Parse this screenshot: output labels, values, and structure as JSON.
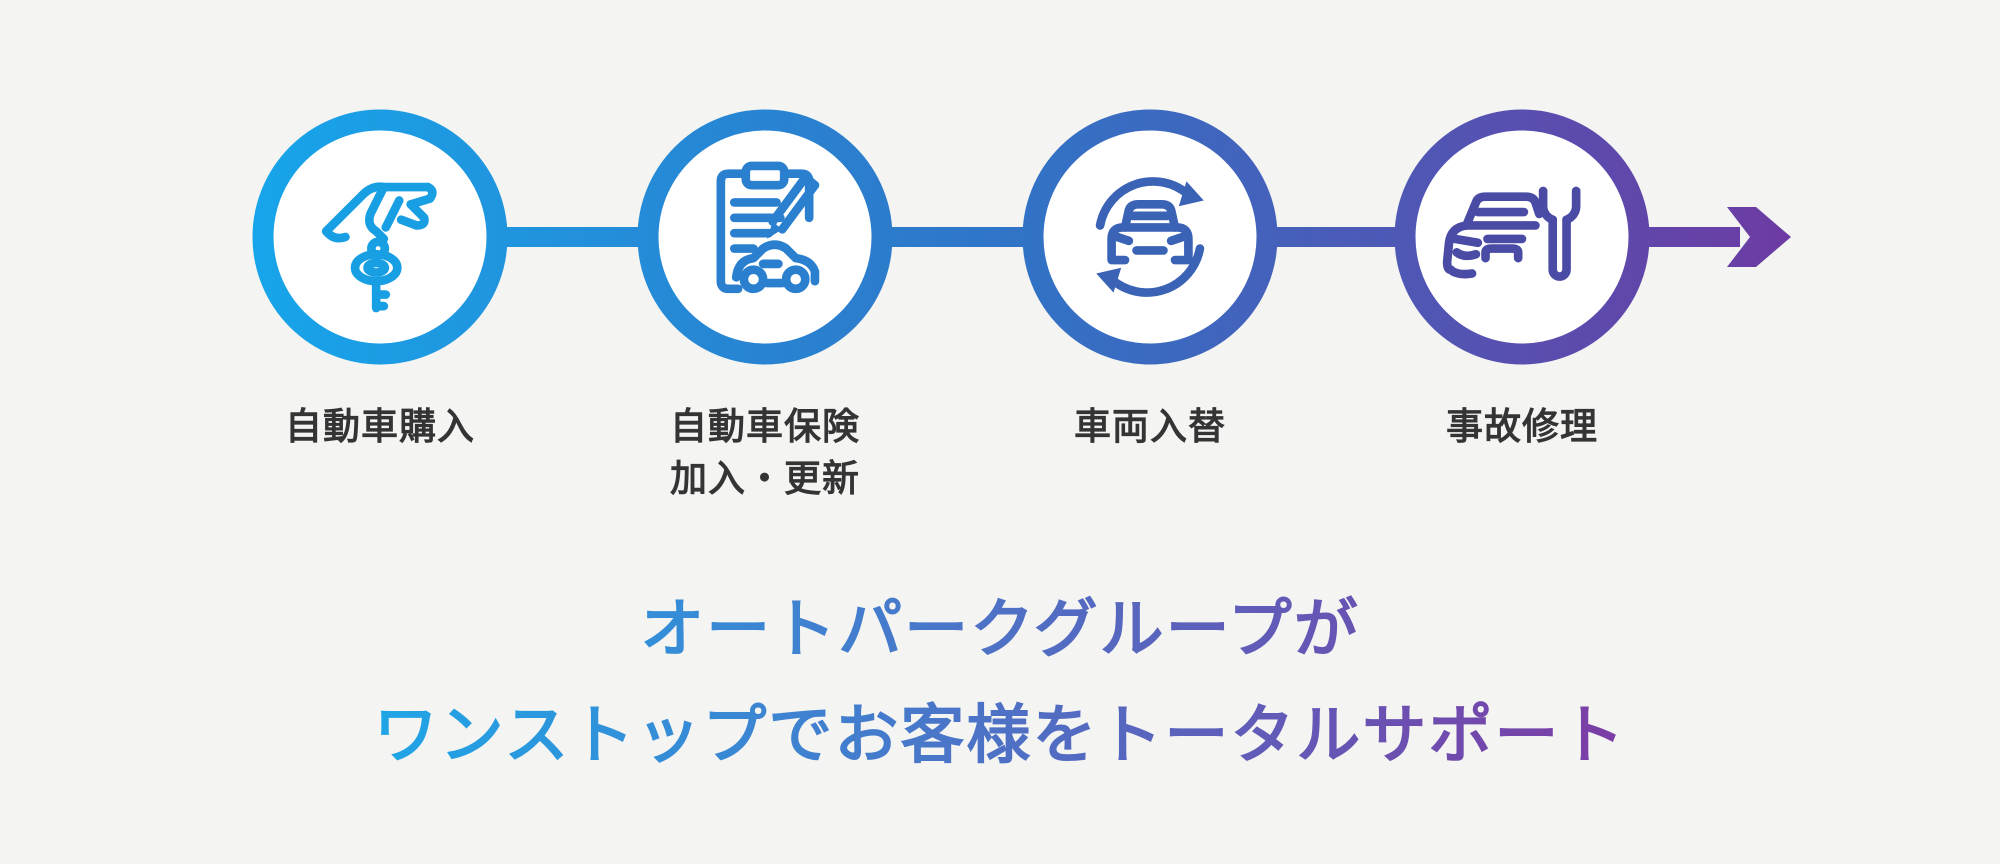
{
  "colors": {
    "page_bg": "#f4f4f2",
    "label_text": "#343434",
    "flow_start": "#17A5EA",
    "flow_mid": "#3173C6",
    "flow_end": "#6D3BA3",
    "heading_start": "#1FA5E6",
    "heading_end": "#7C3DA5",
    "circle_fill": "#ffffff"
  },
  "flow": {
    "steps": [
      {
        "label_lines": [
          "自動車購入"
        ],
        "icon": "hand-holding-car-key-icon",
        "icon_color": "#189FE3"
      },
      {
        "label_lines": [
          "自動車保険",
          "加入・更新"
        ],
        "icon": "insurance-clipboard-pencil-car-icon",
        "icon_color": "#2A80CE"
      },
      {
        "label_lines": [
          "車両入替"
        ],
        "icon": "car-exchange-arrows-icon",
        "icon_color": "#3A63B6"
      },
      {
        "label_lines": [
          "事故修理"
        ],
        "icon": "car-wrench-repair-icon",
        "icon_color": "#4A4BA4"
      }
    ],
    "arrow_icon": "flow-arrow-right-icon"
  },
  "heading": {
    "line1": "オートパークグループが",
    "line2": "ワンストップでお客様をトータルサポート"
  }
}
